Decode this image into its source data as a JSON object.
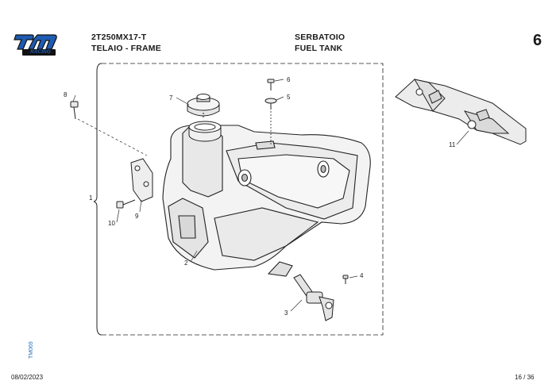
{
  "header": {
    "brand_text": "RACING",
    "model": "2T250MX17-T",
    "group_it": "TELAIO - FRAME",
    "title_it": "SERBATOIO",
    "title_en": "FUEL TANK",
    "section_number": "6"
  },
  "colors": {
    "logo_blue": "#1f5bb0",
    "logo_dark": "#111111",
    "side_code": "#2a6fb8"
  },
  "side_code": "TM069",
  "footer": {
    "date": "08/02/2023",
    "page": "16 / 36"
  },
  "callouts": [
    {
      "id": "c1",
      "label": "1"
    },
    {
      "id": "c2",
      "label": "2"
    },
    {
      "id": "c3",
      "label": "3"
    },
    {
      "id": "c4",
      "label": "4"
    },
    {
      "id": "c5",
      "label": "5"
    },
    {
      "id": "c6",
      "label": "6"
    },
    {
      "id": "c7",
      "label": "7"
    },
    {
      "id": "c8",
      "label": "8"
    },
    {
      "id": "c9",
      "label": "9"
    },
    {
      "id": "c10",
      "label": "10"
    },
    {
      "id": "c11",
      "label": "11"
    }
  ]
}
